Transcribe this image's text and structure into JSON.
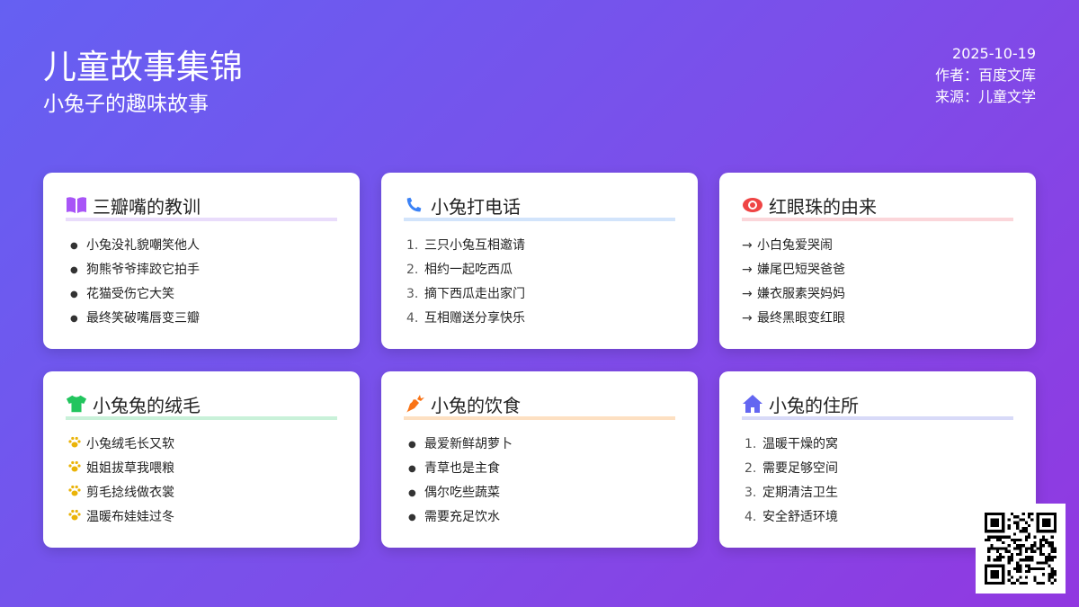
{
  "header": {
    "title": "儿童故事集锦",
    "subtitle": "小兔子的趣味故事",
    "date": "2025-10-19",
    "author": "作者：百度文库",
    "source": "来源：儿童文学"
  },
  "cards": [
    {
      "title": "三瓣嘴的教训",
      "icon": "book-icon",
      "color": "#a855f7",
      "line": "#e9dcfb",
      "marker": "bullet",
      "items": [
        "小兔没礼貌嘲笑他人",
        "狗熊爷爷摔跤它拍手",
        "花猫受伤它大笑",
        "最终笑破嘴唇变三瓣"
      ]
    },
    {
      "title": "小兔打电话",
      "icon": "phone-icon",
      "color": "#3b82f6",
      "line": "#d2e4fb",
      "marker": "number",
      "items": [
        "三只小兔互相邀请",
        "相约一起吃西瓜",
        "摘下西瓜走出家门",
        "互相赠送分享快乐"
      ]
    },
    {
      "title": "红眼珠的由来",
      "icon": "eye-icon",
      "color": "#ef4444",
      "line": "#fbd6da",
      "marker": "arrow",
      "items": [
        "小白兔爱哭闹",
        "嫌尾巴短哭爸爸",
        "嫌衣服素哭妈妈",
        "最终黑眼变红眼"
      ]
    },
    {
      "title": "小兔兔的绒毛",
      "icon": "shirt-icon",
      "color": "#22c55e",
      "line": "#c9f1d9",
      "marker": "paw",
      "items": [
        "小兔绒毛长又软",
        "姐姐拔草我喂粮",
        "剪毛捻线做衣裳",
        "温暖布娃娃过冬"
      ]
    },
    {
      "title": "小兔的饮食",
      "icon": "carrot-icon",
      "color": "#f97316",
      "line": "#fde0c2",
      "marker": "bullet",
      "items": [
        "最爱新鲜胡萝卜",
        "青草也是主食",
        "偶尔吃些蔬菜",
        "需要充足饮水"
      ]
    },
    {
      "title": "小兔的住所",
      "icon": "house-icon",
      "color": "#6366f1",
      "line": "#d8daf8",
      "marker": "number",
      "items": [
        "温暖干燥的窝",
        "需要足够空间",
        "定期清洁卫生",
        "安全舒适环境"
      ]
    }
  ]
}
